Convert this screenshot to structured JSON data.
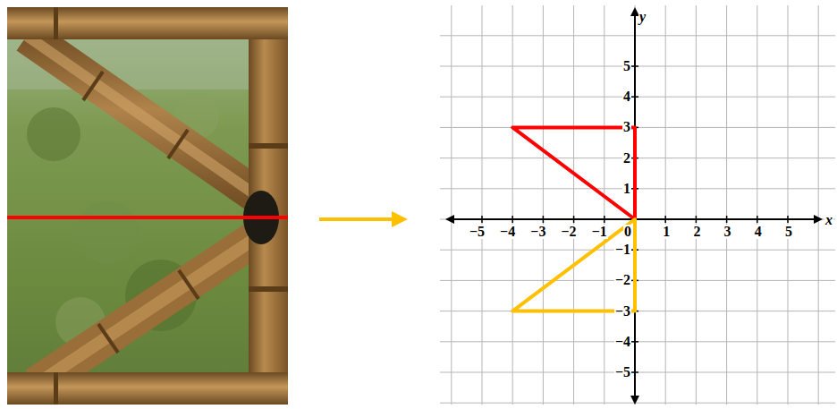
{
  "diagram": {
    "labels": [
      "y",
      "5",
      "4",
      "3",
      "2",
      "1",
      "−5",
      "−4",
      "−3",
      "−2",
      "−1",
      "0",
      "1",
      "2",
      "3",
      "4",
      "5",
      "x",
      "−1",
      "−2",
      "−3",
      "−4",
      "−5"
    ]
  }
}
